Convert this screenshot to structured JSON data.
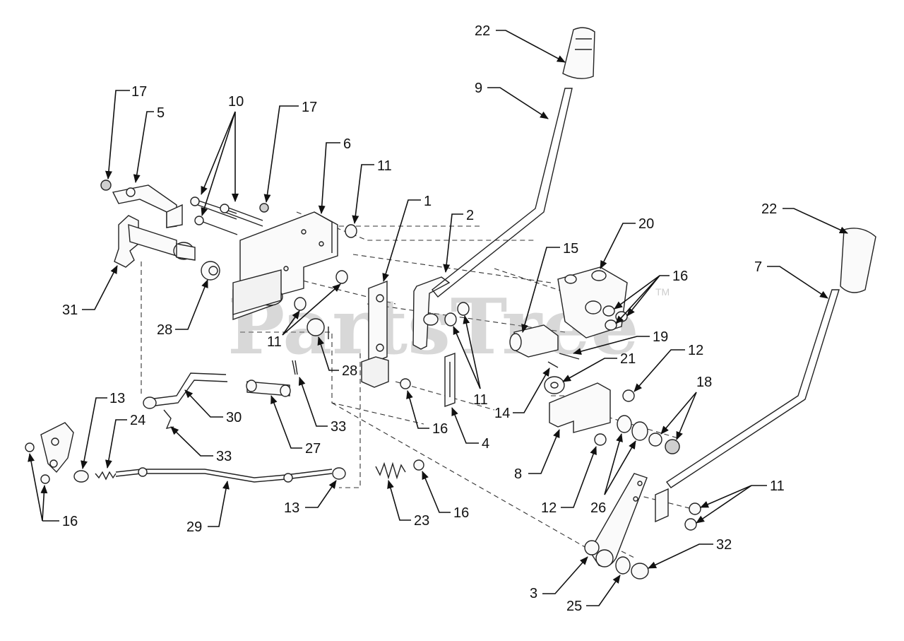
{
  "watermark": {
    "text": "PartsTree",
    "trademark": "TM"
  },
  "callouts": [
    {
      "id": "c1",
      "text": "1"
    },
    {
      "id": "c2",
      "text": "2"
    },
    {
      "id": "c3",
      "text": "3"
    },
    {
      "id": "c4",
      "text": "4"
    },
    {
      "id": "c5",
      "text": "5"
    },
    {
      "id": "c6",
      "text": "6"
    },
    {
      "id": "c7",
      "text": "7"
    },
    {
      "id": "c8",
      "text": "8"
    },
    {
      "id": "c9",
      "text": "9"
    },
    {
      "id": "c10",
      "text": "10"
    },
    {
      "id": "c11a",
      "text": "11"
    },
    {
      "id": "c11b",
      "text": "11"
    },
    {
      "id": "c11c",
      "text": "11"
    },
    {
      "id": "c11d",
      "text": "11"
    },
    {
      "id": "c12a",
      "text": "12"
    },
    {
      "id": "c12b",
      "text": "12"
    },
    {
      "id": "c13a",
      "text": "13"
    },
    {
      "id": "c13b",
      "text": "13"
    },
    {
      "id": "c14",
      "text": "14"
    },
    {
      "id": "c15",
      "text": "15"
    },
    {
      "id": "c16a",
      "text": "16"
    },
    {
      "id": "c16b",
      "text": "16"
    },
    {
      "id": "c16c",
      "text": "16"
    },
    {
      "id": "c16d",
      "text": "16"
    },
    {
      "id": "c17a",
      "text": "17"
    },
    {
      "id": "c17b",
      "text": "17"
    },
    {
      "id": "c18",
      "text": "18"
    },
    {
      "id": "c19",
      "text": "19"
    },
    {
      "id": "c20",
      "text": "20"
    },
    {
      "id": "c21",
      "text": "21"
    },
    {
      "id": "c22a",
      "text": "22"
    },
    {
      "id": "c22b",
      "text": "22"
    },
    {
      "id": "c23",
      "text": "23"
    },
    {
      "id": "c24",
      "text": "24"
    },
    {
      "id": "c25",
      "text": "25"
    },
    {
      "id": "c26",
      "text": "26"
    },
    {
      "id": "c27",
      "text": "27"
    },
    {
      "id": "c28a",
      "text": "28"
    },
    {
      "id": "c28b",
      "text": "28"
    },
    {
      "id": "c29",
      "text": "29"
    },
    {
      "id": "c30",
      "text": "30"
    },
    {
      "id": "c31",
      "text": "31"
    },
    {
      "id": "c32",
      "text": "32"
    },
    {
      "id": "c33a",
      "text": "33"
    },
    {
      "id": "c33b",
      "text": "33"
    }
  ]
}
